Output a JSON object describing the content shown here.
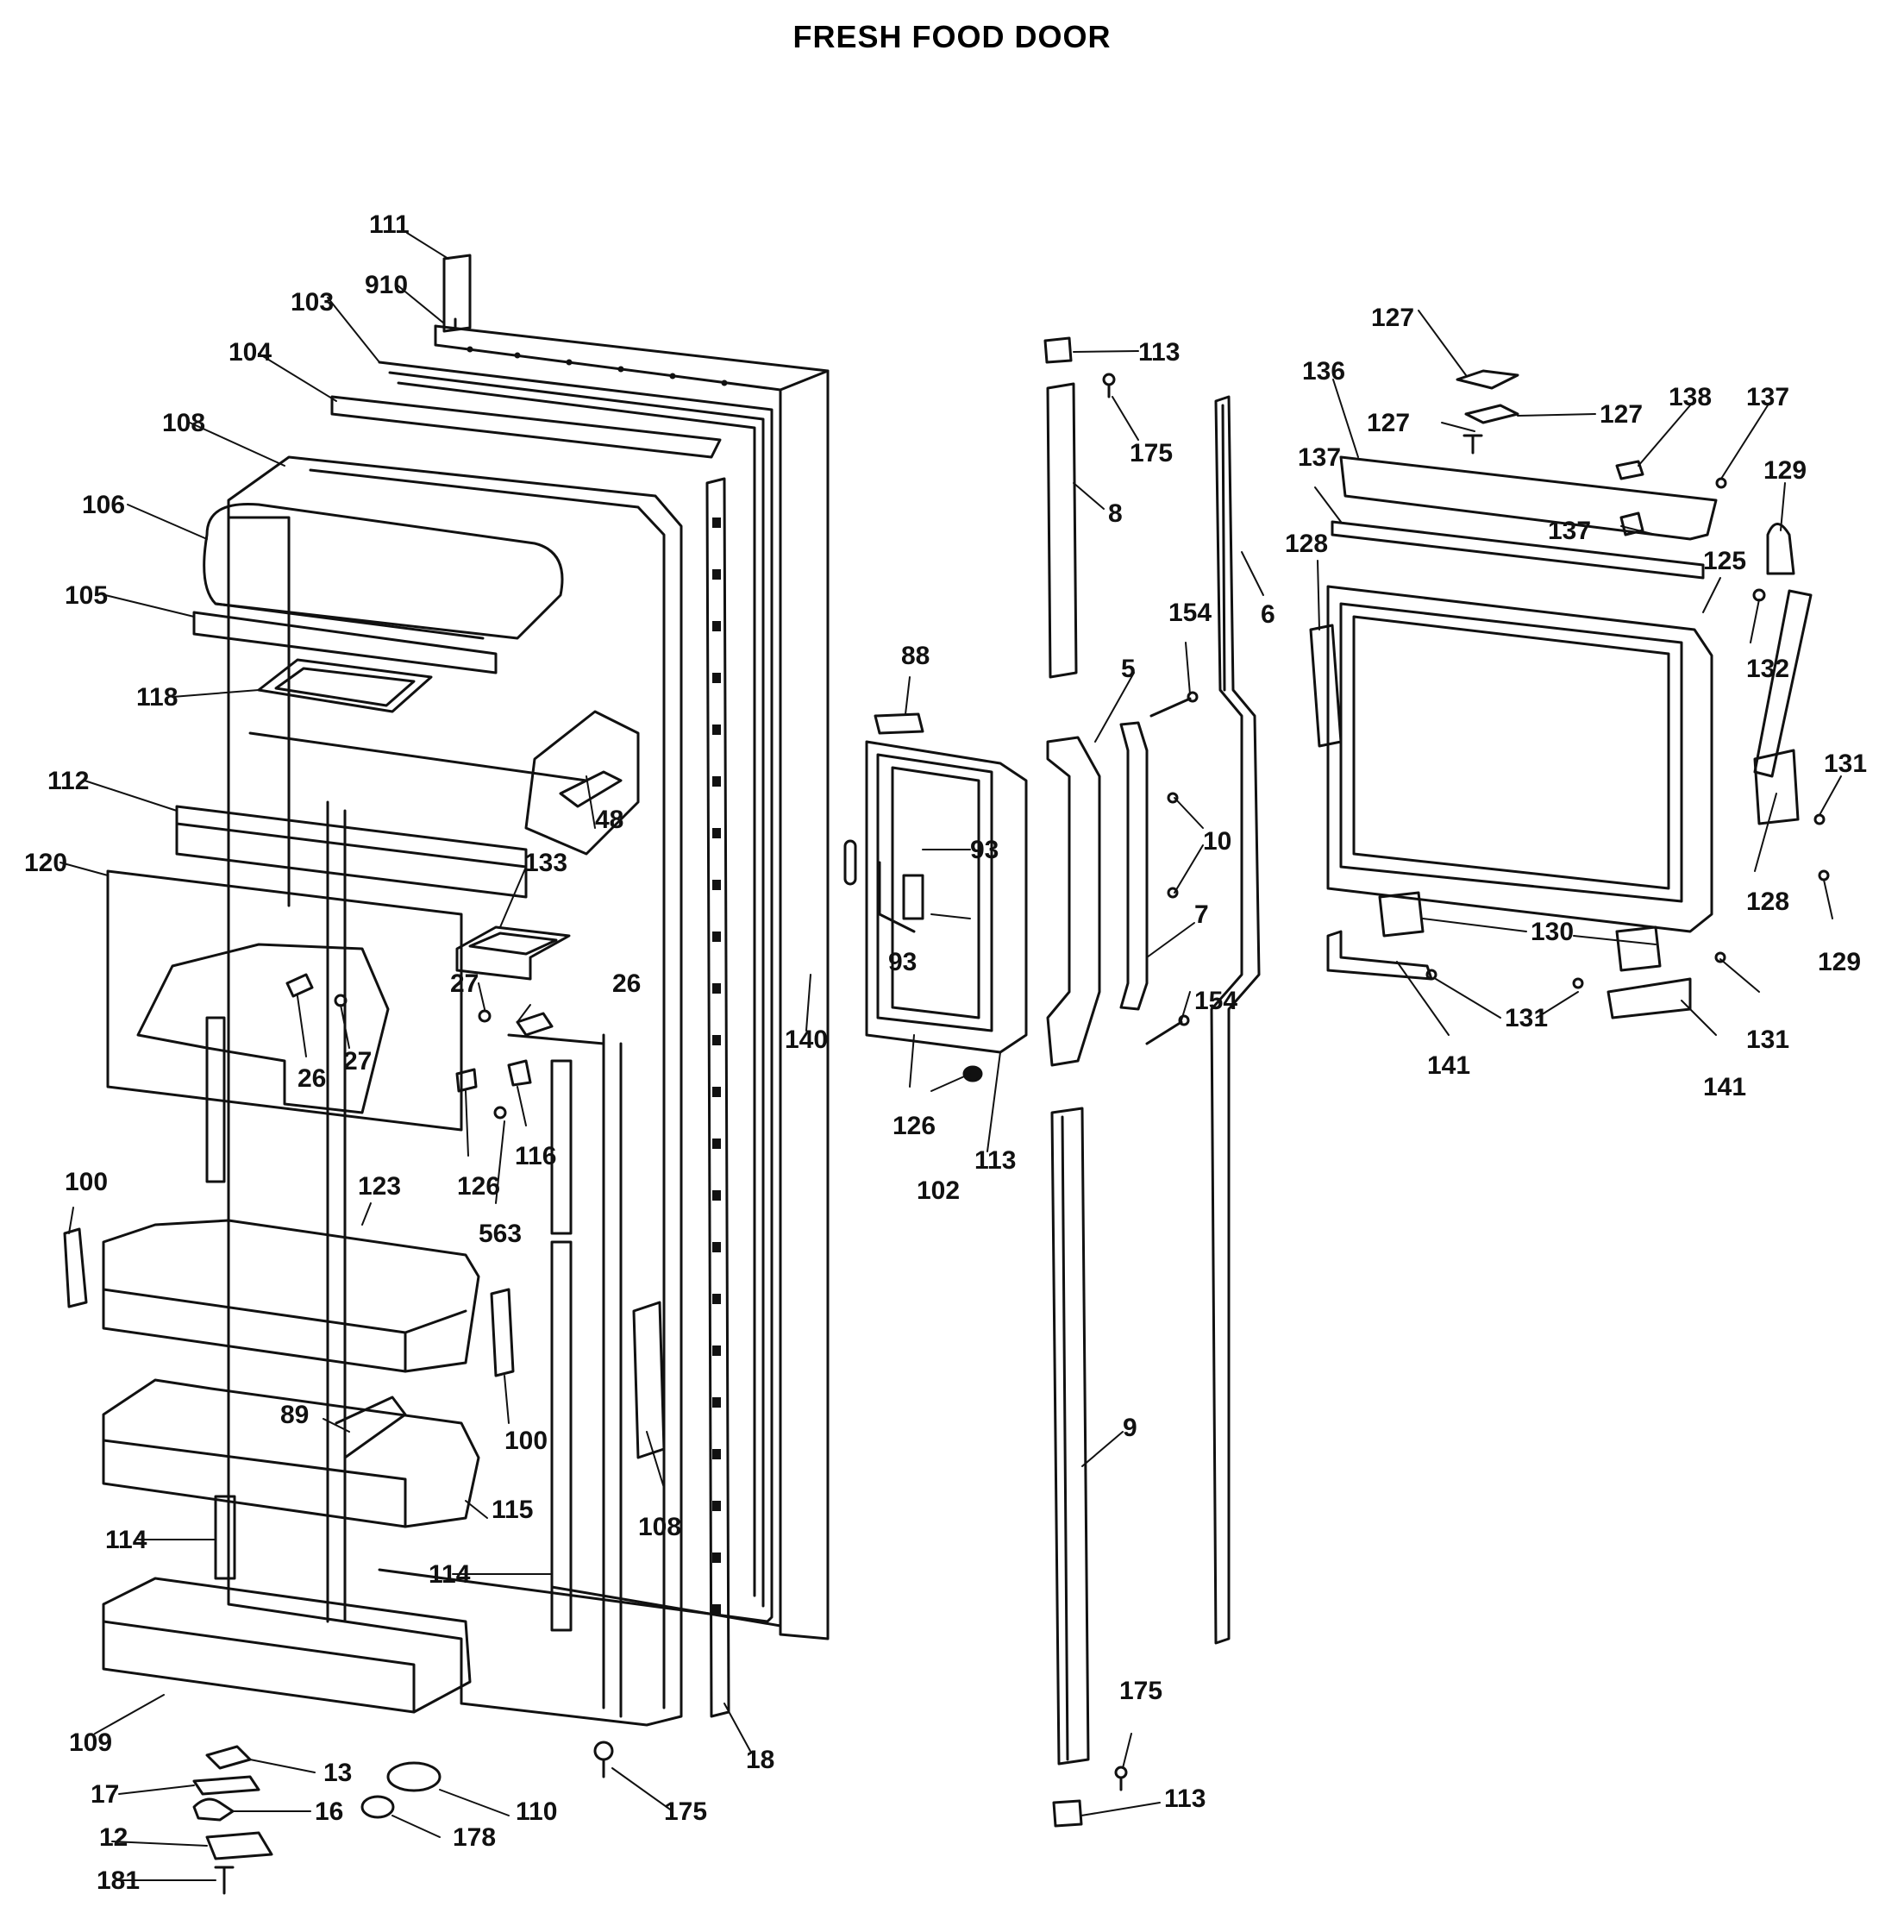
{
  "diagram": {
    "title": "FRESH FOOD DOOR",
    "part_labels": [
      "111",
      "910",
      "103",
      "104",
      "108",
      "106",
      "105",
      "118",
      "112",
      "120",
      "133",
      "48",
      "27",
      "26",
      "27",
      "26",
      "100",
      "123",
      "126",
      "116",
      "563",
      "89",
      "100",
      "115",
      "114",
      "114",
      "108",
      "109",
      "13",
      "17",
      "16",
      "12",
      "181",
      "110",
      "178",
      "175",
      "18",
      "88",
      "93",
      "93",
      "140",
      "126",
      "102",
      "113",
      "113",
      "175",
      "8",
      "5",
      "154",
      "10",
      "7",
      "154",
      "6",
      "9",
      "175",
      "113",
      "127",
      "136",
      "127",
      "127",
      "138",
      "137",
      "129",
      "137",
      "137",
      "128",
      "125",
      "132",
      "131",
      "128",
      "129",
      "130",
      "131",
      "131",
      "141",
      "141"
    ]
  }
}
